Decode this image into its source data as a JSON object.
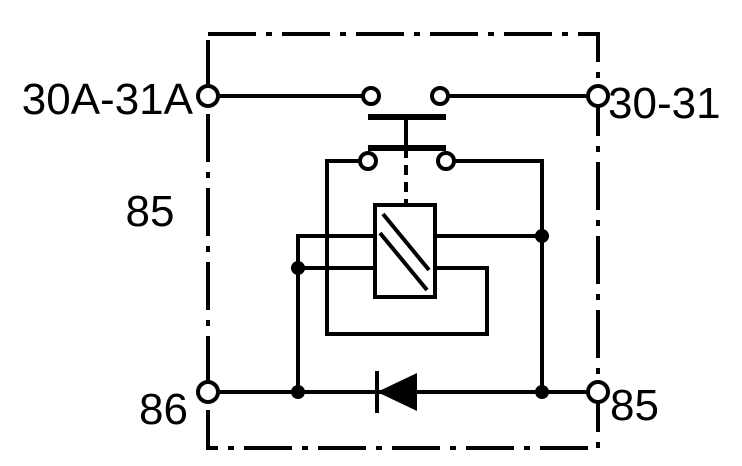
{
  "terminals": {
    "top_left": "30A-31A",
    "top_right": "30-31",
    "left_middle": "85",
    "bottom_left": "86",
    "bottom_right": "85"
  },
  "colors": {
    "line": "#000000",
    "background": "#ffffff"
  }
}
